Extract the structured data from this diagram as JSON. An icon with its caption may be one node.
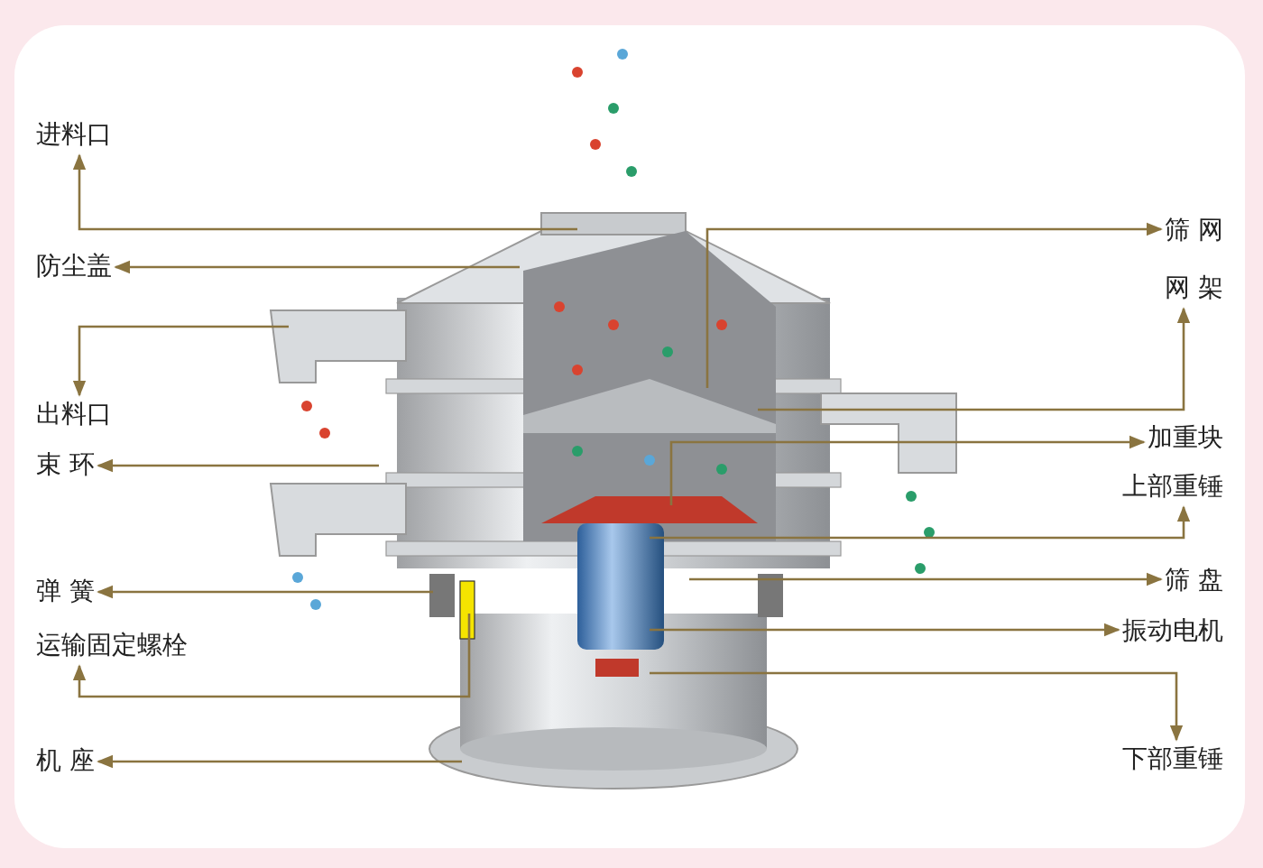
{
  "diagram": {
    "nodes": [
      {
        "text": [
          "进料口"
        ]
      },
      {
        "text": [
          "防尘盖"
        ]
      },
      {
        "text": [
          "出料口"
        ]
      },
      {
        "text": [
          "束 环"
        ]
      },
      {
        "text": [
          "弹 簧"
        ]
      },
      {
        "text": [
          "运输固定螺栓"
        ]
      },
      {
        "text": [
          "机 座"
        ]
      },
      {
        "text": [
          "筛 网"
        ]
      },
      {
        "text": [
          "网 架"
        ]
      },
      {
        "text": [
          "加重块"
        ]
      },
      {
        "text": [
          "上部重锤"
        ]
      },
      {
        "text": [
          "筛 盘"
        ]
      },
      {
        "text": [
          "振动电机"
        ]
      },
      {
        "text": [
          "下部重锤"
        ]
      }
    ],
    "edges": [
      {
        "from": null,
        "to": 0,
        "arrow": "to"
      },
      {
        "from": null,
        "to": 1,
        "arrow": "to"
      },
      {
        "from": null,
        "to": 2,
        "arrow": "to"
      },
      {
        "from": null,
        "to": 3,
        "arrow": "to"
      },
      {
        "from": null,
        "to": 4,
        "arrow": "to"
      },
      {
        "from": null,
        "to": 5,
        "arrow": "to"
      },
      {
        "from": null,
        "to": 6,
        "arrow": "to"
      },
      {
        "from": null,
        "to": 7,
        "arrow": "to"
      },
      {
        "from": null,
        "to": 8,
        "arrow": "to"
      },
      {
        "from": null,
        "to": 9,
        "arrow": "to"
      },
      {
        "from": null,
        "to": 10,
        "arrow": "to"
      },
      {
        "from": null,
        "to": 11,
        "arrow": "to"
      },
      {
        "from": null,
        "to": 12,
        "arrow": "to"
      },
      {
        "from": null,
        "to": 13,
        "arrow": "to"
      }
    ]
  }
}
